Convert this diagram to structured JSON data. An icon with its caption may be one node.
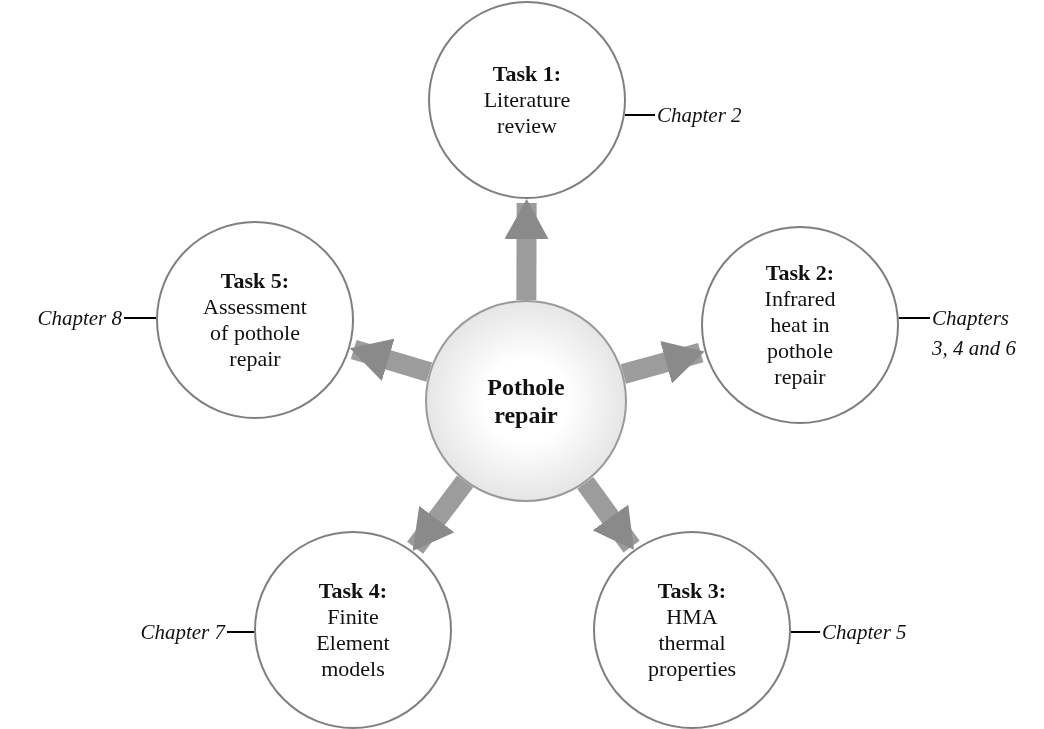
{
  "diagram": {
    "nodes": [
      {
        "text": [
          "Task 1:",
          "Literature review"
        ]
      },
      {
        "text": [
          "Chapter 2"
        ]
      },
      {
        "text": [
          "Task 5:",
          "Assessment of pothole repair"
        ]
      },
      {
        "text": [
          "Chapter 8"
        ]
      },
      {
        "text": [
          "Pothole repair"
        ]
      },
      {
        "text": [
          "Task 2:",
          "Infrared heat in pothole repair"
        ]
      },
      {
        "text": [
          "Chapters 3, 4 and 6"
        ]
      },
      {
        "text": [
          "Task 4:",
          "Finite Element models"
        ]
      },
      {
        "text": [
          "Chapter 7"
        ]
      },
      {
        "text": [
          "Task 3:",
          "HMA thermal properties"
        ]
      },
      {
        "text": [
          "Chapter 5"
        ]
      }
    ],
    "edges": [
      {
        "from": 4,
        "to": 0,
        "arrow": "to",
        "style": "thick"
      },
      {
        "from": 4,
        "to": 5,
        "arrow": "to",
        "style": "thick"
      },
      {
        "from": 4,
        "to": 9,
        "arrow": "to",
        "style": "thick"
      },
      {
        "from": 4,
        "to": 7,
        "arrow": "to",
        "style": "thick"
      },
      {
        "from": 4,
        "to": 2,
        "arrow": "to",
        "style": "thick"
      },
      {
        "from": 0,
        "to": 1,
        "arrow": "none",
        "color": "#000000"
      },
      {
        "from": 5,
        "to": 6,
        "arrow": "none",
        "color": "#000000"
      },
      {
        "from": 9,
        "to": 10,
        "arrow": "none",
        "color": "#000000"
      },
      {
        "from": 7,
        "to": 8,
        "arrow": "none",
        "color": "#000000"
      },
      {
        "from": 2,
        "to": 3,
        "arrow": "none",
        "color": "#000000"
      }
    ]
  }
}
